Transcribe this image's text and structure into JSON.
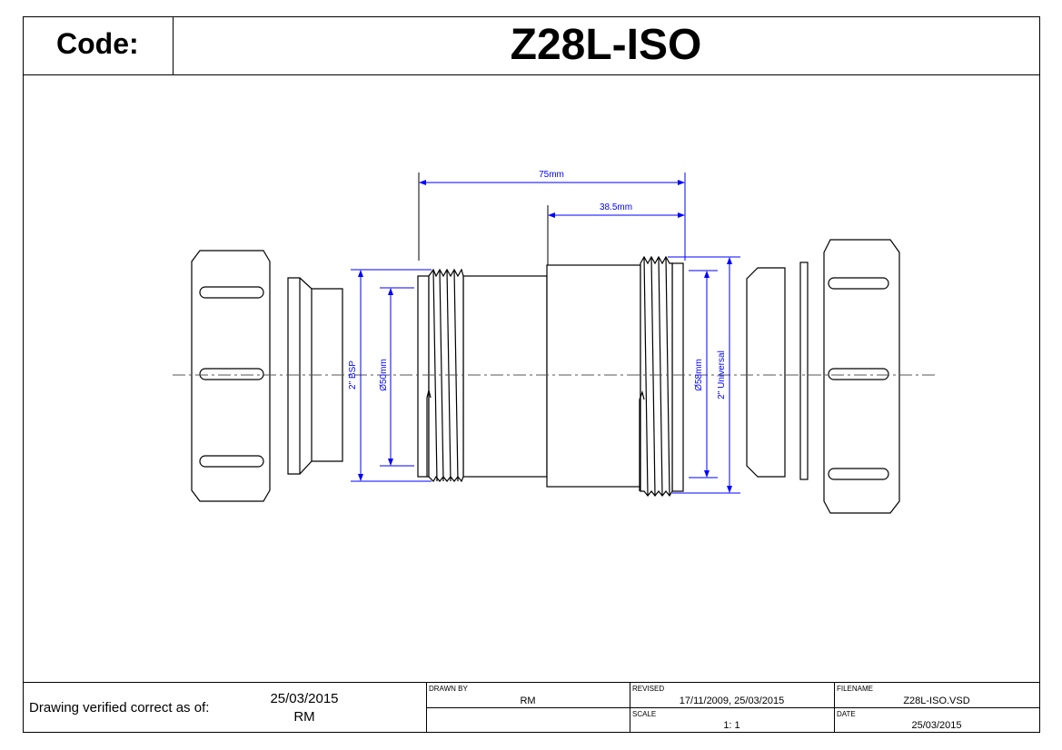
{
  "header": {
    "code_label": "Code:",
    "code_value": "Z28L-ISO"
  },
  "dimensions": {
    "overall_length": "75mm",
    "nut_length": "38.5mm",
    "bsp": "2\" BSP",
    "dia_50": "Ø50mm",
    "dia_58": "Ø58mm",
    "universal": "2\" Universal"
  },
  "title_block": {
    "verified_label": "Drawing verified  correct as of:",
    "verified_date": "25/03/2015",
    "verified_by": "RM",
    "drawn_by_label": "DRAWN BY",
    "drawn_by": "RM",
    "revised_label": "REVISED",
    "revised": "17/11/2009, 25/03/2015",
    "filename_label": "FILENAME",
    "filename": "Z28L-ISO.VSD",
    "scale_label": "SCALE",
    "scale": "1: 1",
    "date_label": "DATE",
    "date": "25/03/2015"
  },
  "colors": {
    "dimension": "#0000ff",
    "outline": "#000000"
  }
}
